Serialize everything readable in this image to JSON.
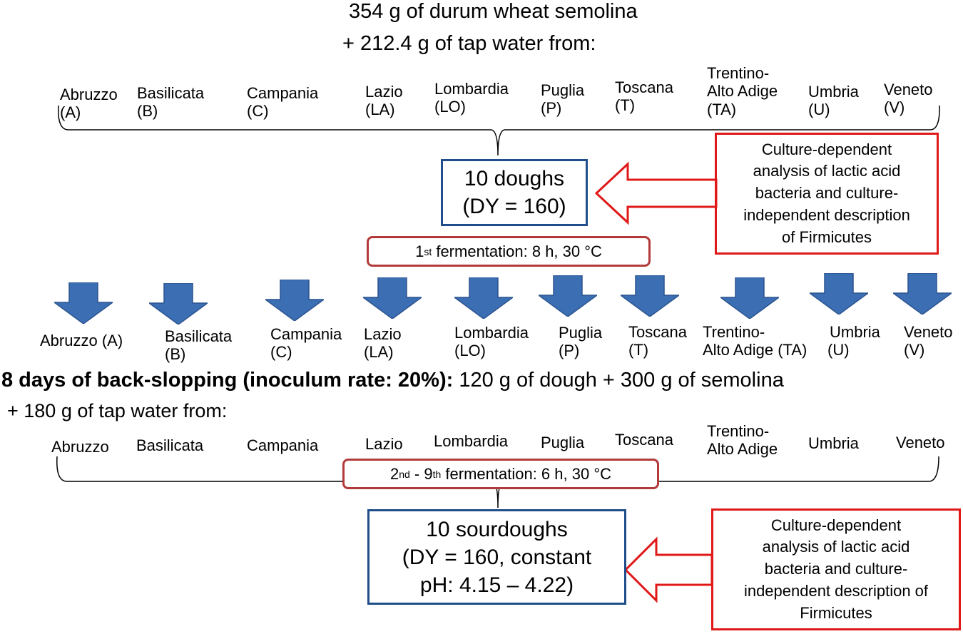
{
  "header": {
    "line1": "354 g of durum wheat semolina",
    "line2": "+ 212.4 g of tap water from:"
  },
  "regions_top": [
    {
      "name": "Abruzzo",
      "code": "(A)"
    },
    {
      "name": "Basilicata",
      "code": "(B)"
    },
    {
      "name": "Campania",
      "code": "(C)"
    },
    {
      "name": "Lazio",
      "code": "(LA)"
    },
    {
      "name": "Lombardia",
      "code": "(LO)"
    },
    {
      "name": "Puglia",
      "code": "(P)"
    },
    {
      "name": "Toscana",
      "code": "(T)"
    },
    {
      "name_line1": "Trentino-",
      "name_line2": "Alto Adige",
      "code": "(TA)"
    },
    {
      "name": "Umbria",
      "code": "(U)"
    },
    {
      "name": "Veneto",
      "code": "(V)"
    }
  ],
  "doughs_box": {
    "line1": "10 doughs",
    "line2": "(DY = 160)"
  },
  "analysis_box_top": {
    "lines": [
      "Culture-dependent",
      "analysis of lactic acid",
      "bacteria and culture-",
      "independent description",
      "of Firmicutes"
    ]
  },
  "fermentation1": {
    "ordinal": "1",
    "sup": "st",
    "rest": " fermentation: 8 h, 30 °C"
  },
  "arrow_labels": [
    {
      "line1": "Abruzzo (A)",
      "line2": ""
    },
    {
      "line1": "Basilicata",
      "line2": "(B)"
    },
    {
      "line1": "Campania",
      "line2": "(C)"
    },
    {
      "line1": "Lazio",
      "line2": "(LA)"
    },
    {
      "line1": "Lombardia",
      "line2": "(LO)"
    },
    {
      "line1": "Puglia",
      "line2": "(P)"
    },
    {
      "line1": "Toscana",
      "line2": "(T)"
    },
    {
      "line1": "Trentino-",
      "line2": "Alto Adige (TA)"
    },
    {
      "line1": "Umbria",
      "line2": "(U)"
    },
    {
      "line1": "Veneto",
      "line2": "(V)"
    }
  ],
  "backslopping": {
    "bold": "8 days of back-slopping (inoculum rate: 20%):",
    "normal": " 120 g of dough + 300 g of semolina",
    "line2": "+ 180 g of tap water from:"
  },
  "regions_bottom": [
    "Abruzzo",
    "Basilicata",
    "Campania",
    "Lazio",
    "Lombardia",
    "Puglia",
    "Toscana",
    "Trentino-",
    "Alto Adige",
    "Umbria",
    "Veneto"
  ],
  "fermentation2": {
    "a": "2",
    "a_sup": "nd",
    "mid": " - 9",
    "b_sup": "th",
    "rest": " fermentation: 6 h, 30 °C"
  },
  "sourdoughs_box": {
    "line1": "10 sourdoughs",
    "line2": "(DY = 160, constant",
    "line3": "pH: 4.15 – 4.22)"
  },
  "analysis_box_bottom": {
    "lines": [
      "Culture-dependent",
      "analysis of lactic acid",
      "bacteria and culture-",
      "independent description of",
      "Firmicutes"
    ]
  },
  "colors": {
    "blue_box": "#1f4e8a",
    "arrow_fill": "#3c6eb4",
    "red_box": "#e01818",
    "pill_border": "#b23a3a"
  }
}
